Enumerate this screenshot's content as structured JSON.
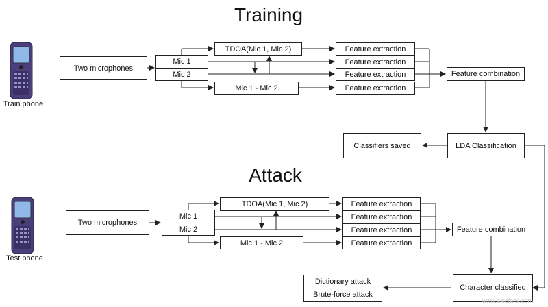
{
  "training": {
    "title": "Training",
    "phone_label": "Train phone",
    "two_microphones": "Two microphones",
    "mic1": "Mic 1",
    "mic2": "Mic 2",
    "tdoa": "TDOA(Mic 1, Mic 2)",
    "mic_diff": "Mic 1 - Mic 2",
    "feature_extraction": "Feature extraction",
    "feature_combination": "Feature combination",
    "lda_classification": "LDA Classification",
    "classifiers_saved": "Classifiers saved"
  },
  "attack": {
    "title": "Attack",
    "phone_label": "Test phone",
    "two_microphones": "Two microphones",
    "mic1": "Mic 1",
    "mic2": "Mic 2",
    "tdoa": "TDOA(Mic 1, Mic 2)",
    "mic_diff": "Mic 1 - Mic 2",
    "feature_extraction": "Feature extraction",
    "feature_combination": "Feature combination",
    "character_classified": "Character classified",
    "dictionary_attack": "Dictionary attack",
    "brute_force_attack": "Brute-force attack"
  },
  "watermark": "www.elecfans.com",
  "colors": {
    "stroke": "#222222",
    "phone_body": "#4a3f7a",
    "phone_screen": "#8fb7e8"
  }
}
